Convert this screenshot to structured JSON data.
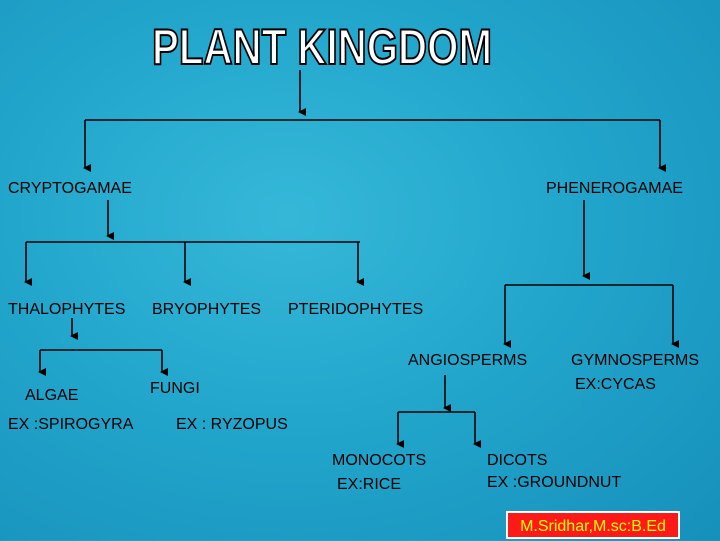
{
  "title": "PLANT KINGDOM",
  "nodes": {
    "cryptogamae": "CRYPTOGAMAE",
    "phenerogamae": "PHENEROGAMAE",
    "thalophytes": "THALOPHYTES",
    "bryophytes": "BRYOPHYTES",
    "pteridophytes": "PTERIDOPHYTES",
    "angiosperms": "ANGIOSPERMS",
    "gymnosperms": "GYMNOSPERMS",
    "gymnosperms_example": "EX:CYCAS",
    "algae": "ALGAE",
    "algae_example": "EX :SPIROGYRA",
    "fungi": "FUNGI",
    "fungi_example": "EX : RYZOPUS",
    "monocots": "MONOCOTS",
    "monocots_example": "EX:RICE",
    "dicots": "DICOTS",
    "dicots_example": "EX :GROUNDNUT"
  },
  "credit": "M.Sridhar,M.sc:B.Ed",
  "colors": {
    "background": "#22a6cc",
    "title_fill": "#ffffff",
    "title_stroke": "#000000",
    "lines": "#000000",
    "credit_background": "#ff1a1a",
    "credit_text": "#ffff00"
  }
}
